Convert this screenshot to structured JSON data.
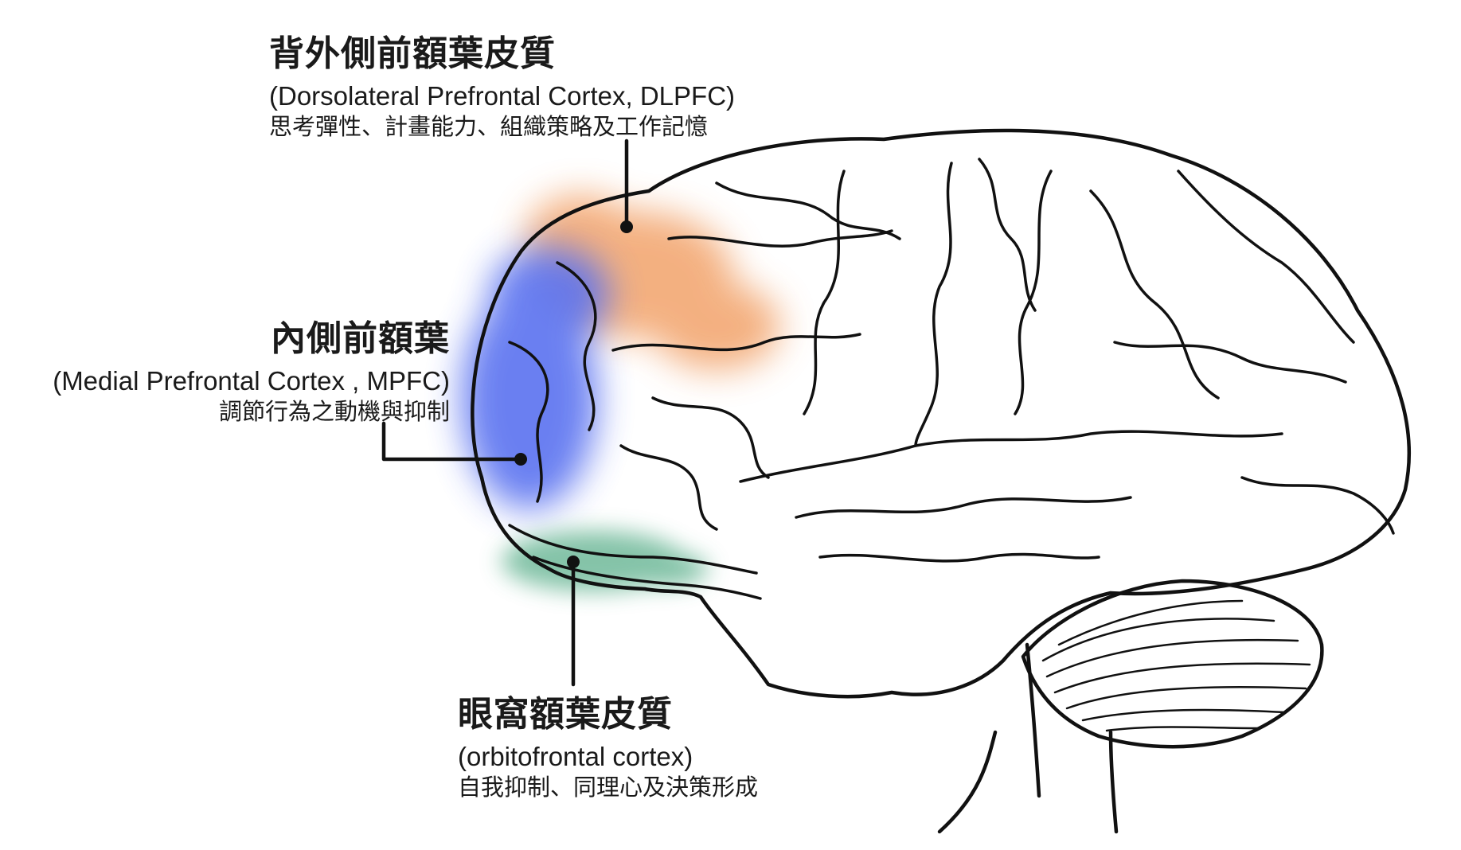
{
  "regions": {
    "dlpfc": {
      "title": "背外側前額葉皮質",
      "latin": "(Dorsolateral Prefrontal Cortex, DLPFC)",
      "description": "思考彈性、計畫能力、組織策略及工作記憶",
      "color": "#f2a36b"
    },
    "mpfc": {
      "title": "內側前額葉",
      "latin": "(Medial Prefrontal Cortex , MPFC)",
      "description": "調節行為之動機與抑制",
      "color": "#5a72f0"
    },
    "ofc": {
      "title": "眼窩額葉皮質",
      "latin": "(orbitofrontal cortex)",
      "description": "自我抑制、同理心及決策形成",
      "color": "#6fb99a"
    }
  },
  "line_color": "#111111"
}
